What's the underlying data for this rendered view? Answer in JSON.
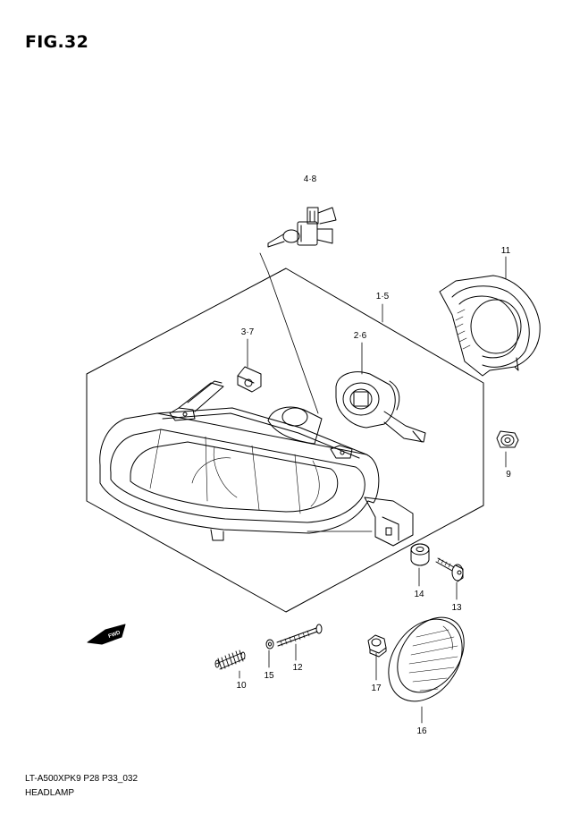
{
  "figure": {
    "title": "FIG.32",
    "code": "LT-A500XPK9 P28 P33_032",
    "name": "HEADLAMP"
  },
  "callouts": {
    "bulb": "4·8",
    "assembly": "1·5",
    "clip": "3·7",
    "socket": "2·6",
    "cover": "11",
    "grommet9": "9",
    "grommet14": "14",
    "bolt13": "13",
    "spring10": "10",
    "washer15": "15",
    "screw12": "12",
    "nut17": "17",
    "reflector16": "16"
  },
  "icons": {
    "forward": "FWD"
  }
}
